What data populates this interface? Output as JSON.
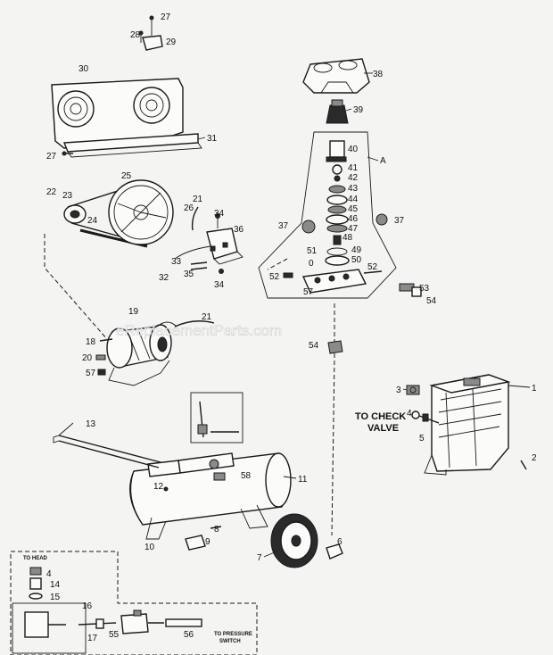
{
  "watermark": "eReplacementParts.com",
  "labels": {
    "to_check_valve_line1": "TO CHECK",
    "to_check_valve_line2": "VALVE",
    "to_head": "TO HEAD",
    "to_pressure_line1": "TO PRESSURE",
    "to_pressure_line2": "SWITCH"
  },
  "callouts": {
    "n1": "1",
    "n2": "2",
    "n3": "3",
    "n4": "4",
    "n5": "5",
    "n6": "6",
    "n7": "7",
    "n8": "8",
    "n9": "9",
    "n10": "10",
    "n11": "11",
    "n12": "12",
    "n13": "13",
    "n14": "14",
    "n15": "15",
    "n16": "16",
    "n17": "17",
    "n18": "18",
    "n19": "19",
    "n20": "20",
    "n21": "21",
    "n22": "22",
    "n23": "23",
    "n24": "24",
    "n25": "25",
    "n26": "26",
    "n27": "27",
    "n28": "28",
    "n29": "29",
    "n30": "30",
    "n31": "31",
    "n32": "32",
    "n33": "33",
    "n34": "34",
    "n35": "35",
    "n36": "36",
    "n37": "37",
    "n38": "38",
    "n39": "39",
    "n40": "40",
    "n41": "41",
    "n42": "42",
    "n43": "43",
    "n44": "44",
    "n45": "45",
    "n46": "46",
    "n47": "47",
    "n48": "48",
    "n49": "49",
    "n50": "50",
    "n51": "51",
    "n52": "52",
    "n53": "53",
    "n54": "54",
    "n55": "55",
    "n56": "56",
    "n57": "57",
    "n58": "58",
    "nA": "A",
    "n0": "0"
  }
}
